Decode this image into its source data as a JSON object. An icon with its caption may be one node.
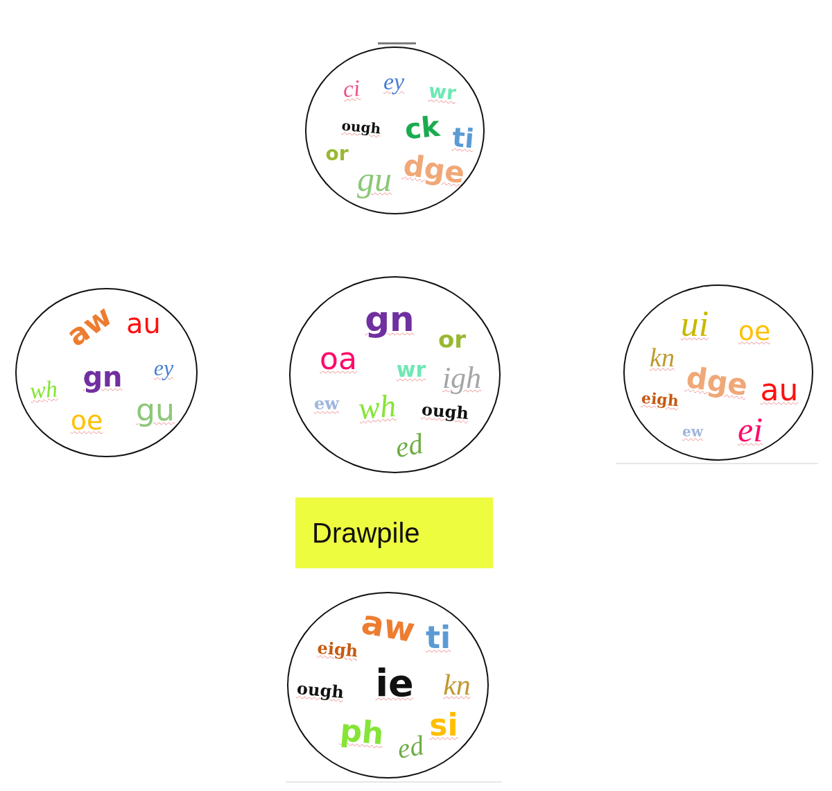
{
  "diagram": {
    "nodes": [
      {
        "text": [
          "ci",
          "ey",
          "wr",
          "ough",
          "ck",
          "ti",
          "or",
          "dge",
          "gu"
        ]
      },
      {
        "text": [
          "aw",
          "au",
          "gn",
          "ey",
          "wh",
          "gu",
          "oe"
        ]
      },
      {
        "text": [
          "gn",
          "or",
          "oa",
          "wr",
          "igh",
          "ew",
          "wh",
          "ough",
          "ed"
        ]
      },
      {
        "text": [
          "ui",
          "oe",
          "kn",
          "dge",
          "au",
          "eigh",
          "ew",
          "ei"
        ]
      },
      {
        "text": [
          "Drawpile"
        ]
      },
      {
        "text": [
          "aw",
          "ti",
          "eigh",
          "ough",
          "ie",
          "kn",
          "ph",
          "si",
          "ed"
        ]
      }
    ]
  }
}
